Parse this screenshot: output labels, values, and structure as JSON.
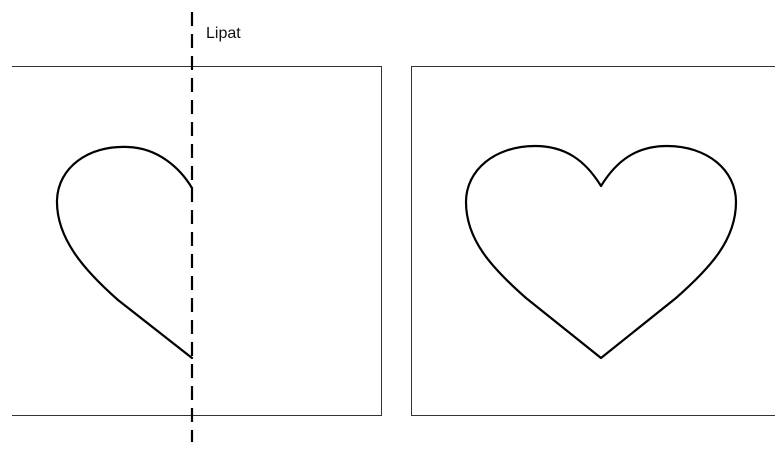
{
  "fold_label": "Lipat",
  "colors": {
    "background": "#ffffff",
    "outline": "#000000",
    "paper_border": "#333333"
  },
  "panels": [
    {
      "id": "folded-paper",
      "shape": "half-heart-icon"
    },
    {
      "id": "unfolded-paper",
      "shape": "heart-icon"
    }
  ]
}
